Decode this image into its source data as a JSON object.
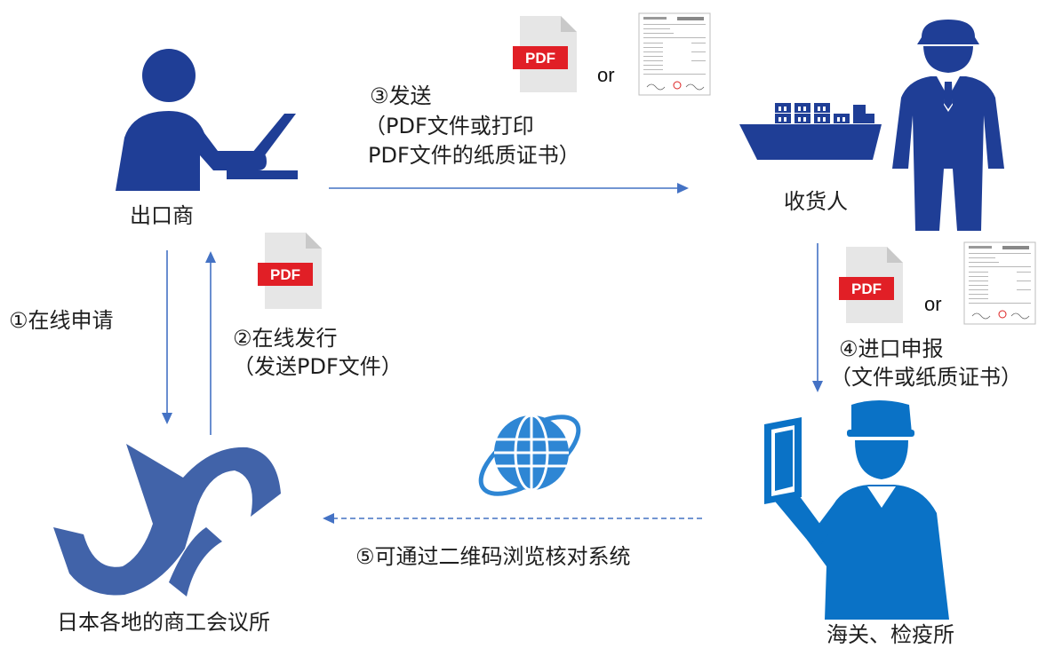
{
  "nodes": {
    "exporter": "出口商",
    "consignee": "收货人",
    "chamber": "日本各地的商工会议所",
    "customs": "海关、检疫所"
  },
  "steps": {
    "step1": "①在线申请",
    "step2_line1": "②在线发行",
    "step2_line2": "（发送PDF文件）",
    "step3_line1": "③发送",
    "step3_line2": "（PDF文件或打印",
    "step3_line3": "PDF文件的纸质证书）",
    "step4_line1": "④进口申报",
    "step4_line2": "（文件或纸质证书）",
    "step5": "⑤可通过二维码浏览核对系统"
  },
  "badges": {
    "pdf": "PDF",
    "or": "or"
  },
  "icons": {
    "exporter": "person-laptop-icon",
    "consignee": "consignee-person-ship-icon",
    "chamber": "chamber-logo-icon",
    "customs": "customs-officer-icon",
    "globe": "globe-icon",
    "pdf": "pdf-file-icon",
    "certificate": "paper-certificate-icon"
  },
  "colors": {
    "navy": "#1f3e96",
    "arrow": "#4472c4",
    "customs_blue": "#0a72c6",
    "logo_blue": "#4163a9",
    "globe_blue": "#2e86d4",
    "pdf_red": "#e11f26",
    "pdf_gray": "#e6e6e6"
  }
}
